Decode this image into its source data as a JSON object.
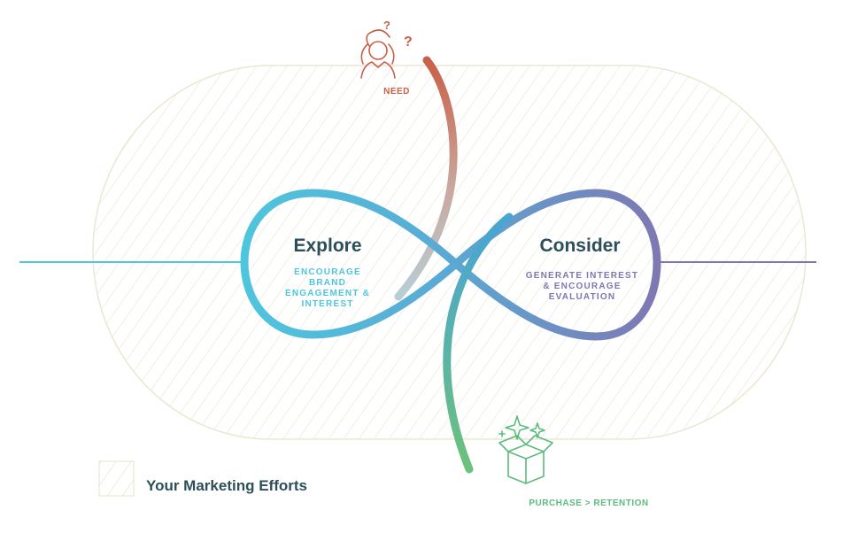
{
  "need": {
    "label": "NEED",
    "icon": "person-question-icon"
  },
  "explore": {
    "title": "Explore",
    "subtitle_lines": [
      "ENCOURAGE",
      "BRAND",
      "ENGAGEMENT &",
      "INTEREST"
    ]
  },
  "consider": {
    "title": "Consider",
    "subtitle_lines": [
      "GENERATE INTEREST",
      "& ENCOURAGE",
      "EVALUATION"
    ]
  },
  "purchase": {
    "label": "PURCHASE > RETENTION",
    "icon": "gift-box-icon"
  },
  "legend": {
    "label": "Your Marketing Efforts",
    "icon": "hatched-swatch-icon"
  },
  "colors": {
    "need": "#c95f47",
    "explore": "#4ec6dd",
    "consider": "#7f77b2",
    "purchase": "#5dbb7e",
    "title": "#2d4f5a",
    "hatch": "#e6e2cc"
  }
}
